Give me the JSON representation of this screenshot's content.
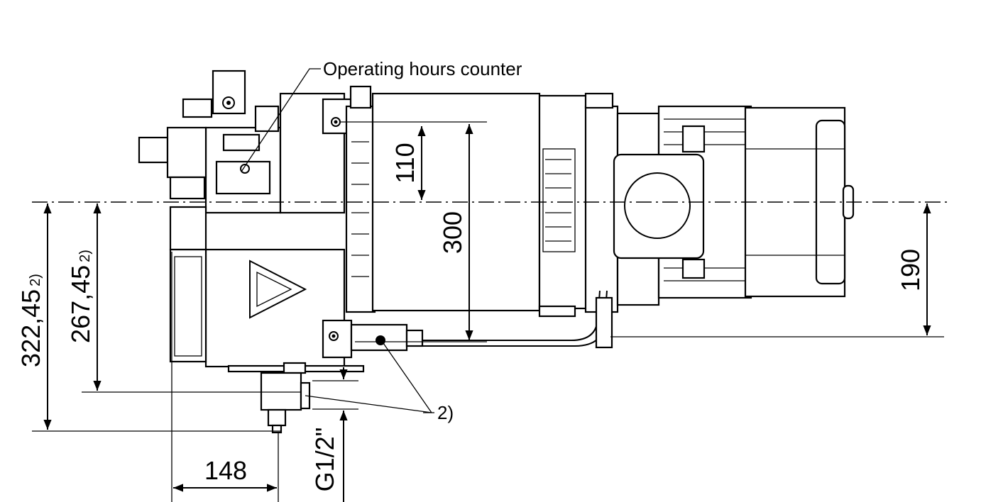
{
  "callouts": {
    "operating_hours": "Operating hours counter",
    "note_ref": "2)"
  },
  "dimensions": {
    "d110": "110",
    "d300": "300",
    "d190": "190",
    "d148": "148",
    "d322": "322,45",
    "d322_note": "2)",
    "d267": "267,45",
    "d267_note": "2)",
    "thread": "G1/2\""
  }
}
